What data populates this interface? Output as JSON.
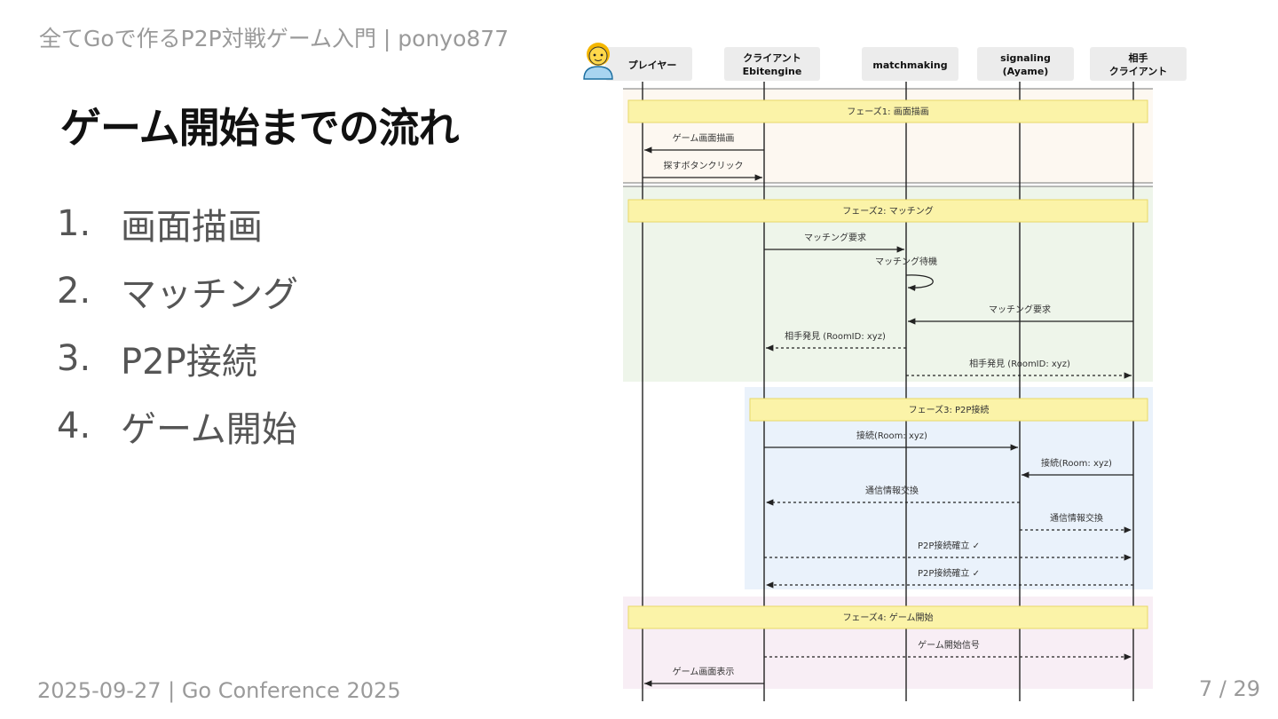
{
  "header": {
    "text": "全てGoで作るP2P対戦ゲーム入門 | ponyo877"
  },
  "title": "ゲーム開始までの流れ",
  "steps": [
    {
      "num": "1.",
      "label": "画面描画"
    },
    {
      "num": "2.",
      "label": "マッチング"
    },
    {
      "num": "3.",
      "label": "P2P接続"
    },
    {
      "num": "4.",
      "label": "ゲーム開始"
    }
  ],
  "footer": {
    "left": "2025-09-27 | Go Conference 2025",
    "page": "7 / 29"
  },
  "diagram": {
    "participants": [
      {
        "id": "player",
        "label": [
          "プレイヤー"
        ],
        "icon": "person-icon"
      },
      {
        "id": "client",
        "label": [
          "クライアント",
          "Ebitengine"
        ]
      },
      {
        "id": "mm",
        "label": [
          "matchmaking"
        ]
      },
      {
        "id": "sig",
        "label": [
          "signaling",
          "(Ayame)"
        ]
      },
      {
        "id": "opp",
        "label": [
          "相手",
          "クライアント"
        ]
      }
    ],
    "phases": [
      {
        "label": "フェーズ1: 画面描画",
        "color": "#fdf8f1"
      },
      {
        "label": "フェーズ2: マッチング",
        "color": "#eef5ea"
      },
      {
        "label": "フェーズ3: P2P接続",
        "color": "#eaf2fb"
      },
      {
        "label": "フェーズ4: ゲーム開始",
        "color": "#f8eef5"
      }
    ],
    "messages": [
      {
        "from": "client",
        "to": "player",
        "label": "ゲーム画面描画",
        "style": "solid"
      },
      {
        "from": "player",
        "to": "client",
        "label": "探すボタンクリック",
        "style": "solid"
      },
      {
        "from": "client",
        "to": "mm",
        "label": "マッチング要求",
        "style": "solid"
      },
      {
        "from": "mm",
        "to": "mm",
        "label": "マッチング待機",
        "style": "self"
      },
      {
        "from": "opp",
        "to": "mm",
        "label": "マッチング要求",
        "style": "solid"
      },
      {
        "from": "mm",
        "to": "client",
        "label": "相手発見 (RoomID: xyz)",
        "style": "dashed"
      },
      {
        "from": "mm",
        "to": "opp",
        "label": "相手発見 (RoomID: xyz)",
        "style": "dashed"
      },
      {
        "from": "client",
        "to": "sig",
        "label": "接続(Room: xyz)",
        "style": "solid"
      },
      {
        "from": "opp",
        "to": "sig",
        "label": "接続(Room: xyz)",
        "style": "solid"
      },
      {
        "from": "sig",
        "to": "client",
        "label": "通信情報交換",
        "style": "dashed"
      },
      {
        "from": "sig",
        "to": "opp",
        "label": "通信情報交換",
        "style": "dashed"
      },
      {
        "from": "client",
        "to": "opp",
        "label": "P2P接続確立 ✓",
        "style": "dashed"
      },
      {
        "from": "opp",
        "to": "client",
        "label": "P2P接続確立 ✓",
        "style": "dashed"
      },
      {
        "from": "client",
        "to": "opp",
        "label": "ゲーム開始信号",
        "style": "dashed"
      },
      {
        "from": "client",
        "to": "player",
        "label": "ゲーム画面表示",
        "style": "solid"
      }
    ]
  }
}
